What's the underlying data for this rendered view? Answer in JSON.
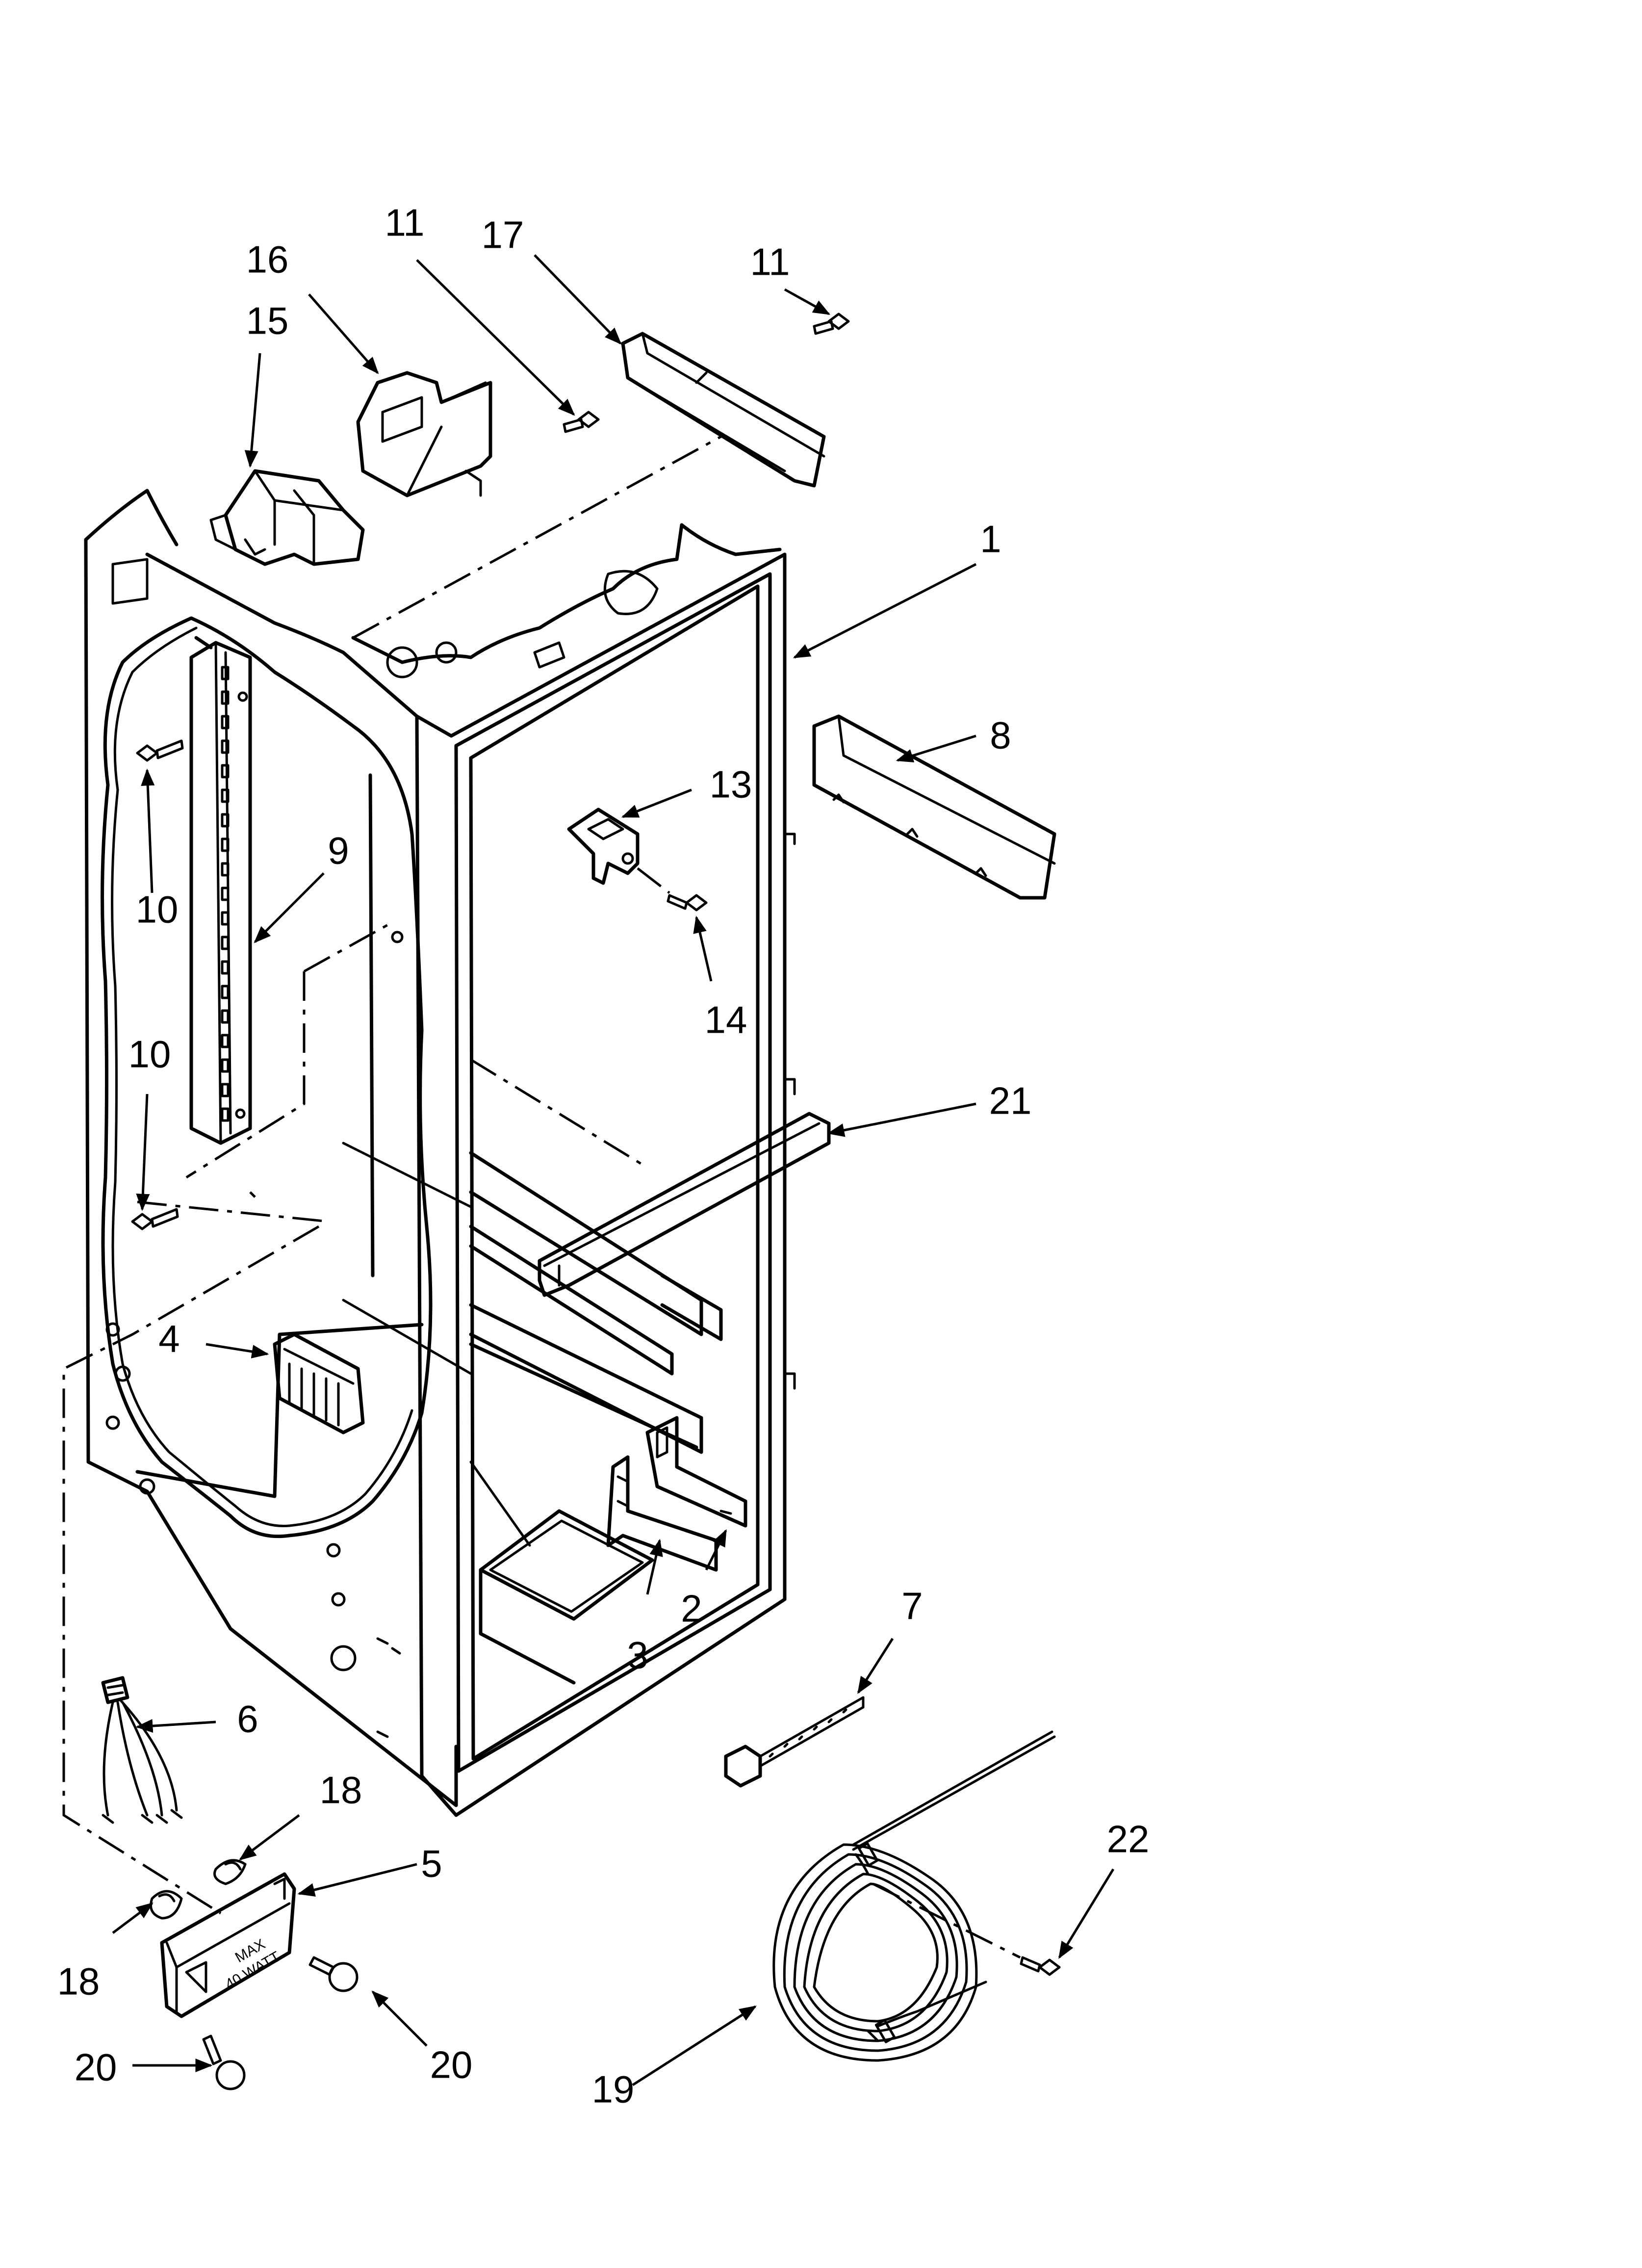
{
  "callouts": [
    {
      "id": "c1",
      "text": "1"
    },
    {
      "id": "c2",
      "text": "2"
    },
    {
      "id": "c3",
      "text": "3"
    },
    {
      "id": "c4",
      "text": "4"
    },
    {
      "id": "c5",
      "text": "5"
    },
    {
      "id": "c6",
      "text": "6"
    },
    {
      "id": "c7",
      "text": "7"
    },
    {
      "id": "c8",
      "text": "8"
    },
    {
      "id": "c9",
      "text": "9"
    },
    {
      "id": "c10a",
      "text": "10"
    },
    {
      "id": "c10b",
      "text": "10"
    },
    {
      "id": "c11a",
      "text": "11"
    },
    {
      "id": "c11b",
      "text": "11"
    },
    {
      "id": "c13",
      "text": "13"
    },
    {
      "id": "c14",
      "text": "14"
    },
    {
      "id": "c15",
      "text": "15"
    },
    {
      "id": "c16",
      "text": "16"
    },
    {
      "id": "c17",
      "text": "17"
    },
    {
      "id": "c18a",
      "text": "18"
    },
    {
      "id": "c18b",
      "text": "18"
    },
    {
      "id": "c19",
      "text": "19"
    },
    {
      "id": "c20a",
      "text": "20"
    },
    {
      "id": "c20b",
      "text": "20"
    },
    {
      "id": "c21",
      "text": "21"
    },
    {
      "id": "c22",
      "text": "22"
    }
  ],
  "part_markings": {
    "light_housing_line1": "MAX",
    "light_housing_line2": "40 WATT"
  }
}
